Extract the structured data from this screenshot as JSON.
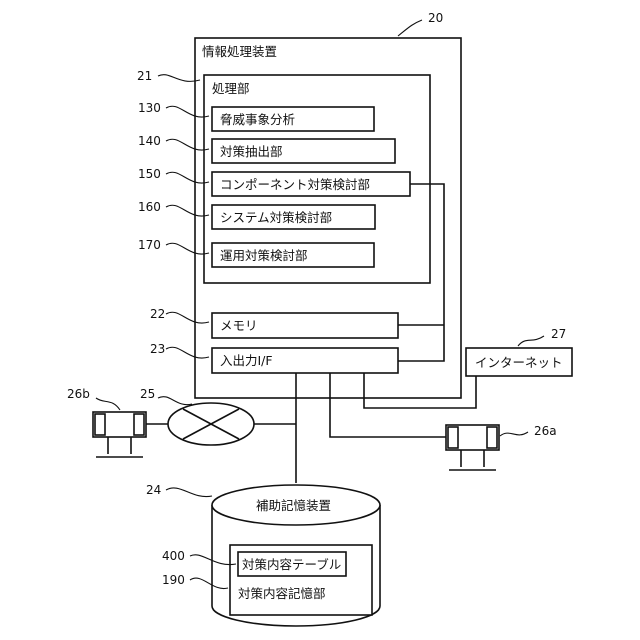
{
  "device": {
    "label": "情報処理装置",
    "ref": "20"
  },
  "processor": {
    "label": "処理部",
    "ref": "21"
  },
  "modules": [
    {
      "label": "脅威事象分析",
      "ref": "130"
    },
    {
      "label": "対策抽出部",
      "ref": "140"
    },
    {
      "label": "コンポーネント対策検討部",
      "ref": "150"
    },
    {
      "label": "システム対策検討部",
      "ref": "160"
    },
    {
      "label": "運用対策検討部",
      "ref": "170"
    }
  ],
  "memory": {
    "label": "メモリ",
    "ref": "22"
  },
  "io": {
    "label": "入出力I/F",
    "ref": "23"
  },
  "network": {
    "ref": "25"
  },
  "terminal_a": {
    "ref": "26a"
  },
  "terminal_b": {
    "ref": "26b"
  },
  "internet": {
    "label": "インターネット",
    "ref": "27"
  },
  "storage": {
    "label": "補助記憶装置",
    "ref": "24"
  },
  "table": {
    "label": "対策内容テーブル",
    "ref": "400"
  },
  "content_store": {
    "label": "対策内容記憶部",
    "ref": "190"
  }
}
